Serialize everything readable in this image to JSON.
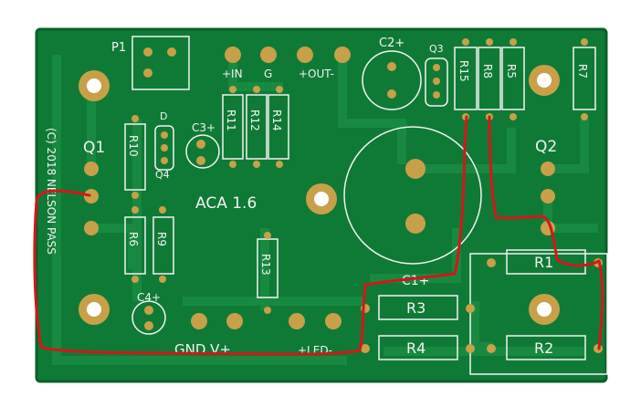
{
  "colors": {
    "board": "#0f7a36",
    "board_dark": "#0a5f29",
    "trace": "#1a8c42",
    "silk": "#f2f2f2",
    "pad": "#c8a04a",
    "pad_hole": "#ffffff",
    "marker": "#d4161a"
  },
  "labels": {
    "p1": "P1",
    "q1": "Q1",
    "q2": "Q2",
    "q3": "Q3",
    "q4": "Q4",
    "d": "D",
    "c1": "C1+",
    "c2": "C2+",
    "c3": "C3+",
    "c4": "C4+",
    "in": "+IN",
    "g": "G",
    "out": "+OUT-",
    "r1": "R1",
    "r2": "R2",
    "r3": "R3",
    "r4": "R4",
    "r5": "R5",
    "r6": "R6",
    "r7": "R7",
    "r8": "R8",
    "r9": "R9",
    "r10": "R10",
    "r11": "R11",
    "r12": "R12",
    "r13": "R13",
    "r14": "R14",
    "r15": "R15",
    "board_name": "ACA 1.6",
    "copyright": "(C) 2018 NELSON PASS",
    "gnd": "GND V+",
    "led": "+LED-"
  }
}
